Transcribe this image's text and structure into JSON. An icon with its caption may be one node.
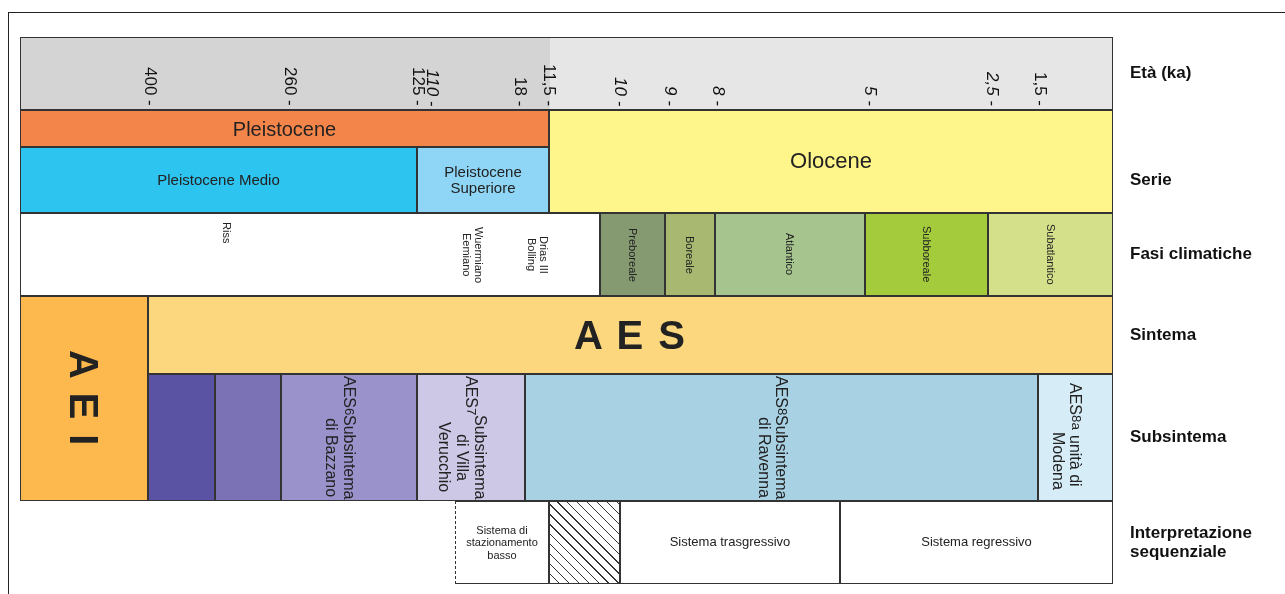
{
  "diagram": {
    "nodes": [
      {
        "text": [
          "Pleistocene"
        ]
      },
      {
        "text": [
          "Pleistocene Medio"
        ]
      },
      {
        "text": [
          "Pleistocene Superiore"
        ]
      },
      {
        "text": [
          "Olocene"
        ]
      },
      {
        "text": [
          "Riss",
          "Wuermiano Eemiano",
          "Drias III Bolling"
        ]
      },
      {
        "text": [
          "Preboreale"
        ]
      },
      {
        "text": [
          "Boreale"
        ]
      },
      {
        "text": [
          "Atlantico"
        ]
      },
      {
        "text": [
          "Subboreale"
        ]
      },
      {
        "text": [
          "Subatlantico"
        ]
      },
      {
        "text": [
          "A E I"
        ]
      },
      {
        "text": [
          "A E S"
        ]
      },
      {
        "text": [],
        "shape": "box"
      },
      {
        "text": [],
        "shape": "box"
      },
      {
        "text": [
          "AES$_{6}$",
          "Subsintema di Bazzano"
        ]
      },
      {
        "text": [
          "AES$_{7}$",
          "Subsintema di Villa Verucchio"
        ]
      },
      {
        "text": [
          "AES$_{8}$",
          "Subsintema di Ravenna"
        ]
      },
      {
        "text": [
          "AES$_{8a}$",
          "unità di Modena"
        ]
      },
      {
        "text": [
          "Sistema di stazionamento basso"
        ]
      },
      {
        "text": [],
        "shape": "box"
      },
      {
        "text": [
          "Sistema trasgressivo"
        ]
      },
      {
        "text": [
          "Sistema regressivo"
        ]
      }
    ],
    "labels": [
      "400 -",
      "260 -",
      "125 -",
      "110 -",
      "18 -",
      "11,5 -",
      "10 -",
      "9 -",
      "8 -",
      "5 -",
      "2,5 -",
      "1,5 -",
      "Età (ka)",
      "Serie",
      "Fasi climatiche",
      "Sintema",
      "Subsintema",
      "Interpretazione sequenziale"
    ]
  }
}
